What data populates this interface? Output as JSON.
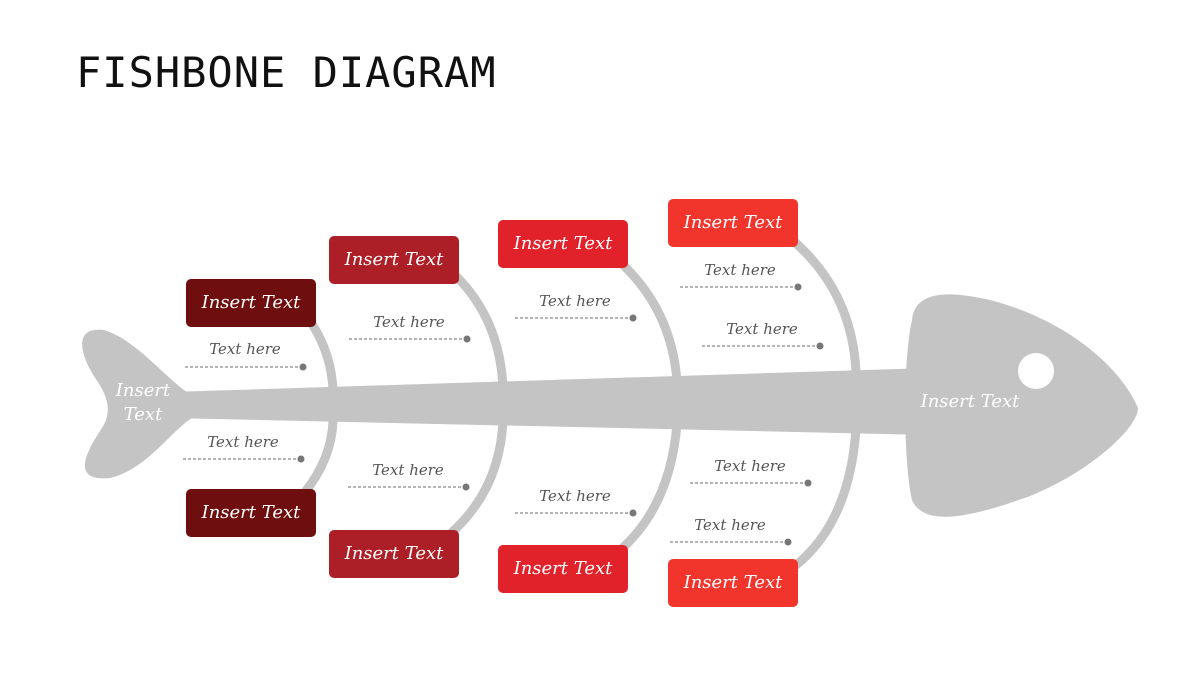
{
  "title": "FISHBONE DIAGRAM",
  "head_label": "Insert Text",
  "tail_label_lines": [
    "Insert",
    "Text"
  ],
  "colors": {
    "skeleton": "#c4c4c4",
    "dot": "#777777",
    "rib_boxes": [
      "#6f0e0e",
      "#ad1f26",
      "#e2222b",
      "#f2352c"
    ]
  },
  "ribs": [
    {
      "top": {
        "label": "Insert Text",
        "notes": [
          "Text here"
        ]
      },
      "bottom": {
        "label": "Insert Text",
        "notes": [
          "Text here"
        ]
      }
    },
    {
      "top": {
        "label": "Insert Text",
        "notes": [
          "Text here"
        ]
      },
      "bottom": {
        "label": "Insert Text",
        "notes": [
          "Text here"
        ]
      }
    },
    {
      "top": {
        "label": "Insert Text",
        "notes": [
          "Text here"
        ]
      },
      "bottom": {
        "label": "Insert Text",
        "notes": [
          "Text here"
        ]
      }
    },
    {
      "top": {
        "label": "Insert Text",
        "notes": [
          "Text here",
          "Text here"
        ]
      },
      "bottom": {
        "label": "Insert Text",
        "notes": [
          "Text here",
          "Text here"
        ]
      }
    }
  ]
}
